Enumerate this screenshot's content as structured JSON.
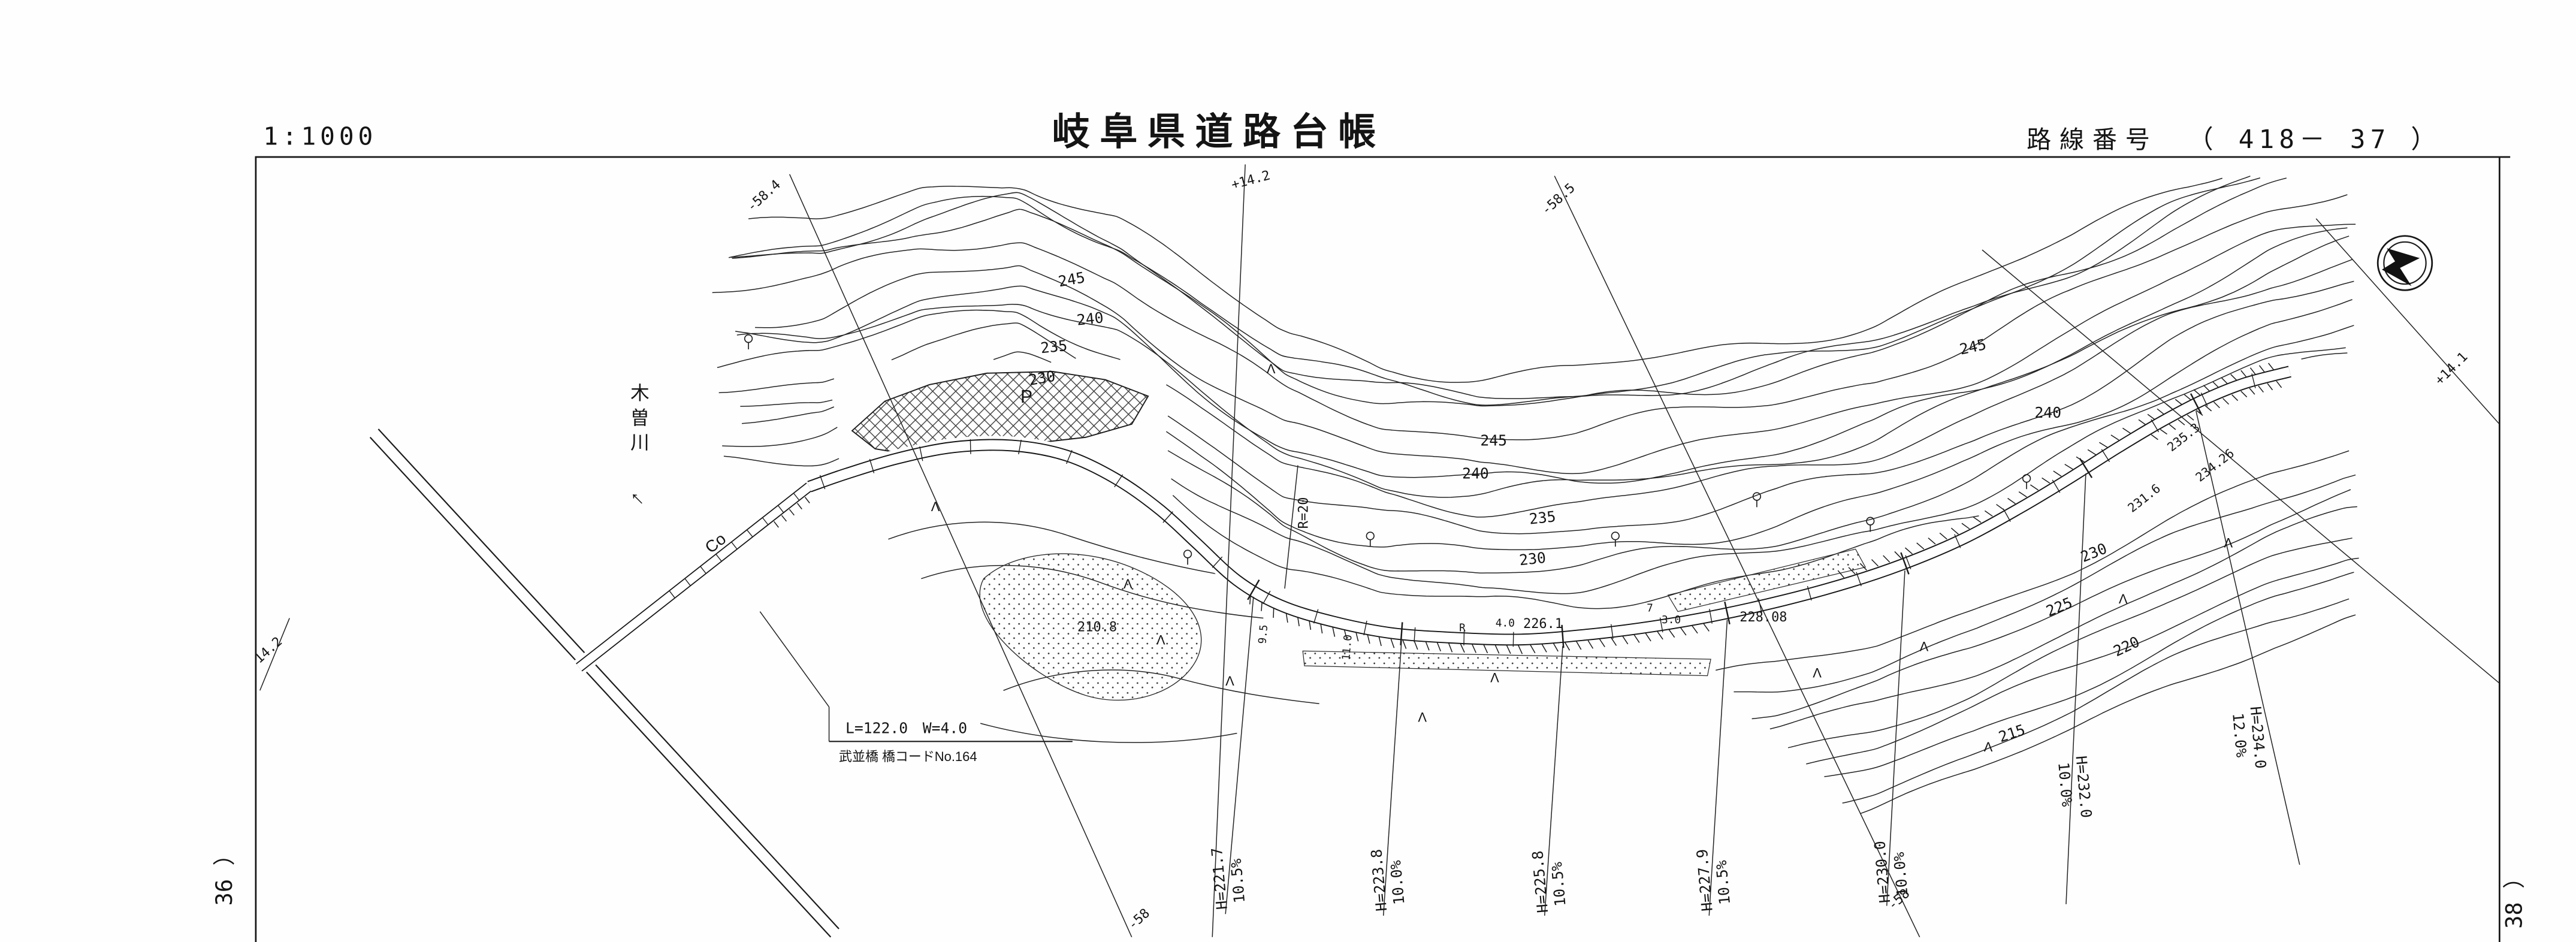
{
  "header": {
    "scale": "1:1000",
    "title": "岐阜県道路台帳",
    "route_label": "路線番号",
    "route_number": "（ 418－ 37 ）"
  },
  "sheet_refs": {
    "left": "36 ）",
    "right": "38 ）"
  },
  "map": {
    "river_name": "木曽川",
    "river_flow_arrow": "←",
    "road_material_label": "Co",
    "pit_label": "P",
    "curve_label": "R=20",
    "veg_symbol": "Λ",
    "bridge_note": {
      "dims": "L=122.0　W=4.0",
      "name": "武並橋 橋コードNo.164"
    },
    "contour_labels": [
      "245",
      "240",
      "235",
      "230",
      "245",
      "240",
      "235",
      "230",
      "245",
      "240",
      "230",
      "225",
      "220",
      "215"
    ],
    "spot_elevations": [
      "210.8",
      "226.1",
      "228.08",
      "235.3",
      "234.26",
      "231.6"
    ],
    "road_numbers": [
      "9.5",
      "11.0",
      "R",
      "4.0",
      "3.0",
      "7"
    ],
    "coord_marks": [
      "-58.4",
      "+14.2",
      "-58.5",
      "+14.1",
      "+14.2",
      "-58",
      "-58"
    ],
    "stations": [
      {
        "height": "H=221.7",
        "grade": "10.5%"
      },
      {
        "height": "H=223.8",
        "grade": "10.0%"
      },
      {
        "height": "H=225.8",
        "grade": "10.5%"
      },
      {
        "height": "H=227.9",
        "grade": "10.5%"
      },
      {
        "height": "H=230.0",
        "grade": "10.0%"
      },
      {
        "height": "H=232.0",
        "grade": "10.0%"
      },
      {
        "height": "H=234.0",
        "grade": "12.0%"
      }
    ]
  }
}
